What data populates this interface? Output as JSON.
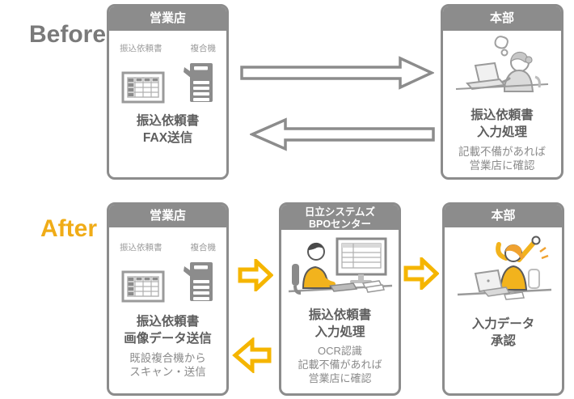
{
  "colors": {
    "box_gray": "#8C8C8C",
    "title_text": "#5E5E5E",
    "note_text": "#8A8A8A",
    "mini_label_text": "#9B9B9B",
    "before_label": "#7A7A7A",
    "after_label": "#F0AC17",
    "arrow_yellow": "#F5B500",
    "illustration_yellow": "#F2B31D"
  },
  "icons": {
    "document_table_icon": "document-with-table-grid",
    "mfp_icon": "multifunction-printer",
    "sigh_illustration": "stressed-worker-at-laptop",
    "bpo_operator_illustration": "operator-typing-at-monitor",
    "cheer_illustration": "relieved-worker-stretching",
    "gray_right_arrow": "hollow-right-arrow",
    "gray_left_arrow": "hollow-left-arrow",
    "yellow_right_arrow": "hollow-right-arrow",
    "yellow_left_arrow": "hollow-left-arrow"
  },
  "before": {
    "label": "Before",
    "branch": {
      "header": "営業店",
      "doc_label": "振込依頼書",
      "mfp_label": "複合機",
      "title_line1": "振込依頼書",
      "title_line2": "FAX送信"
    },
    "hq": {
      "header": "本部",
      "title_line1": "振込依頼書",
      "title_line2": "入力処理",
      "note_line1": "記載不備があれば",
      "note_line2": "営業店に確認"
    }
  },
  "after": {
    "label": "After",
    "branch": {
      "header": "営業店",
      "doc_label": "振込依頼書",
      "mfp_label": "複合機",
      "title_line1": "振込依頼書",
      "title_line2": "画像データ送信",
      "note_line1": "既設複合機から",
      "note_line2": "スキャン・送信"
    },
    "bpo": {
      "header_line1": "日立システムズ",
      "header_line2": "BPOセンター",
      "title_line1": "振込依頼書",
      "title_line2": "入力処理",
      "note_line1": "OCR認識",
      "note_line2": "記載不備があれば",
      "note_line3": "営業店に確認"
    },
    "hq": {
      "header": "本部",
      "title_line1": "入力データ",
      "title_line2": "承認"
    }
  }
}
